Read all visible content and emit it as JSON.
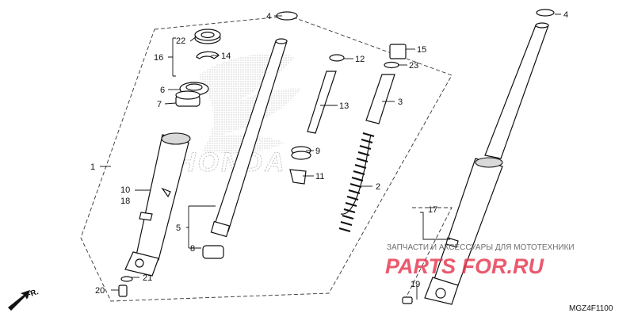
{
  "diagram_code": "MGZ4F1100",
  "front_direction_label": "FR.",
  "brand_watermark": "HONDA",
  "site_watermark_tagline": "ЗАПЧАСТИ И АКСЕССУАРЫ ДЛЯ МОТОТЕХНИКИ",
  "site_watermark_logo": "PARTS FOR.RU",
  "watermark_color": "#e5324a",
  "callouts": {
    "c1": "1",
    "c2": "2",
    "c3": "3",
    "c4a": "4",
    "c4b": "4",
    "c5": "5",
    "c6": "6",
    "c7": "7",
    "c8": "8",
    "c9": "9",
    "c10": "10",
    "c11": "11",
    "c12": "12",
    "c13": "13",
    "c14": "14",
    "c15": "15",
    "c16": "16",
    "c17": "17",
    "c18": "18",
    "c19": "19",
    "c20": "20",
    "c21": "21",
    "c22": "22",
    "c23": "23"
  }
}
